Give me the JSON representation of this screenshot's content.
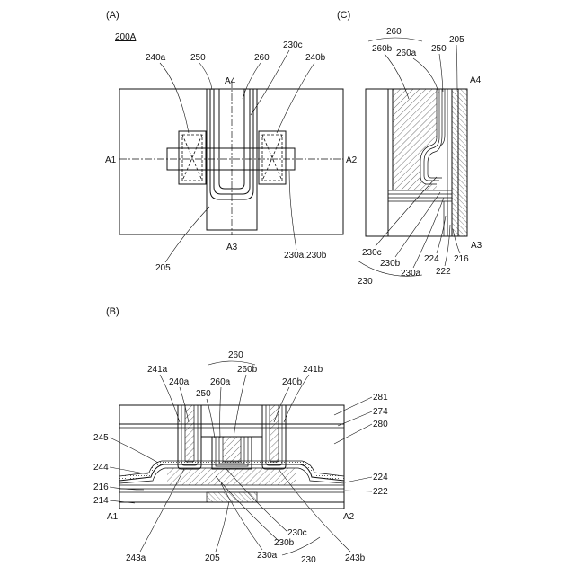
{
  "panels": {
    "a": "(A)",
    "b": "(B)",
    "c": "(C)"
  },
  "panel_a": {
    "figure_id": "200A",
    "labels": {
      "l240a": "240a",
      "l250": "250",
      "l260": "260",
      "l230c": "230c",
      "l240b": "240b",
      "a4": "A4",
      "a1": "A1",
      "a2": "A2",
      "a3": "A3",
      "l205": "205",
      "l230ab": "230a,230b"
    }
  },
  "panel_b": {
    "labels": {
      "l260": "260",
      "l241a": "241a",
      "l260b": "260b",
      "l241b": "241b",
      "l240a": "240a",
      "l260a": "260a",
      "l240b": "240b",
      "l250": "250",
      "l281": "281",
      "l274": "274",
      "l280": "280",
      "l245": "245",
      "l244": "244",
      "l224": "224",
      "l216": "216",
      "l222": "222",
      "l214": "214",
      "a1": "A1",
      "a2": "A2",
      "l230c": "230c",
      "l243a": "243a",
      "l205": "205",
      "l230a": "230a",
      "l230b": "230b",
      "l230": "230",
      "l243b": "243b"
    }
  },
  "panel_c": {
    "labels": {
      "l260": "260",
      "l260b": "260b",
      "l260a": "260a",
      "l250": "250",
      "l205": "205",
      "a4": "A4",
      "a3": "A3",
      "l230c": "230c",
      "l230b": "230b",
      "l230a": "230a",
      "l224": "224",
      "l216": "216",
      "l222": "222",
      "l230": "230"
    }
  }
}
